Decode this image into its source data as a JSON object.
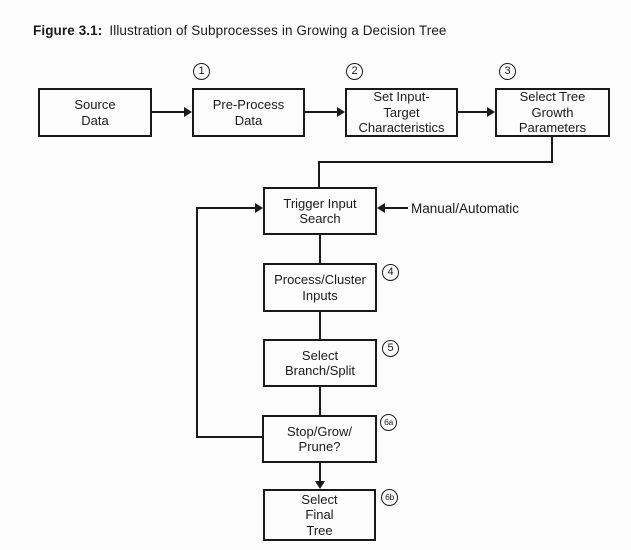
{
  "figure": {
    "label": "Figure 3.1:",
    "caption": "Illustration of Subprocesses in Growing a Decision Tree"
  },
  "nodes": {
    "source_data": {
      "label": "Source\nData"
    },
    "pre_process": {
      "label": "Pre-Process\nData",
      "badge": "1"
    },
    "set_input_target": {
      "label": "Set Input-\nTarget\nCharacteristics",
      "badge": "2"
    },
    "select_tree_growth": {
      "label": "Select Tree\nGrowth\nParameters",
      "badge": "3"
    },
    "trigger_input_search": {
      "label": "Trigger Input\nSearch"
    },
    "process_cluster": {
      "label": "Process/Cluster\nInputs",
      "badge": "4"
    },
    "select_branch_split": {
      "label": "Select\nBranch/Split",
      "badge": "5"
    },
    "stop_grow_prune": {
      "label": "Stop/Grow/\nPrune?",
      "badge": "6a"
    },
    "select_final_tree": {
      "label": "Select\nFinal\nTree",
      "badge": "6b"
    }
  },
  "annotation": {
    "trigger_mode": "Manual/Automatic"
  },
  "colors": {
    "line": "#1a1a1a",
    "background": "#fdfdfd",
    "text": "#1a1a1a"
  }
}
